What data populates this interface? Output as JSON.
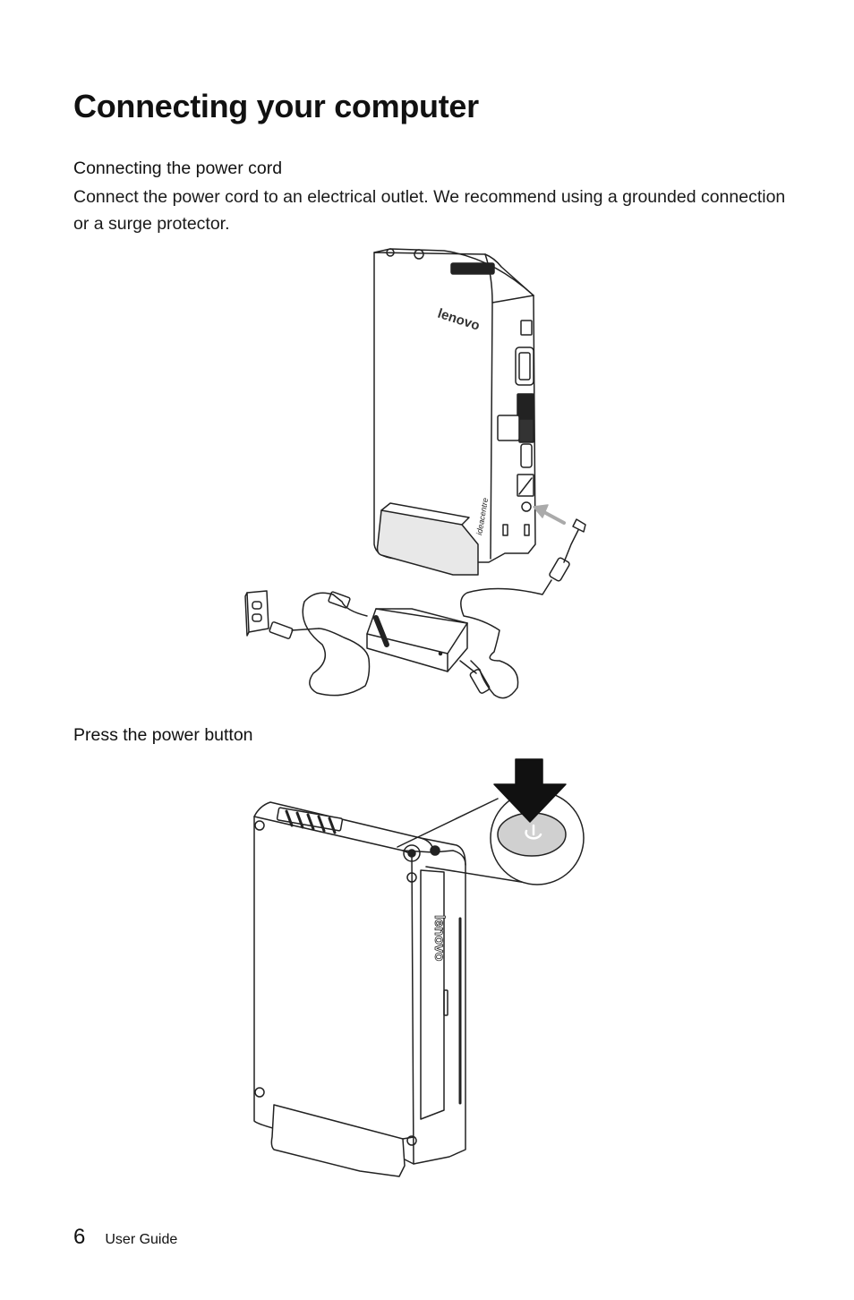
{
  "page": {
    "title": "Connecting your computer"
  },
  "sections": {
    "power_cord": {
      "heading": "Connecting the power cord",
      "body": "Connect the power cord to an electrical outlet. We recommend using a grounded connection or a surge protector."
    },
    "power_button": {
      "heading": "Press the power button"
    }
  },
  "figure1": {
    "brand_logo": "lenovo",
    "series_label": "ideacentre"
  },
  "figure2": {
    "brand_logo": "lenovo"
  },
  "footer": {
    "page_number": "6",
    "label": "User Guide"
  }
}
